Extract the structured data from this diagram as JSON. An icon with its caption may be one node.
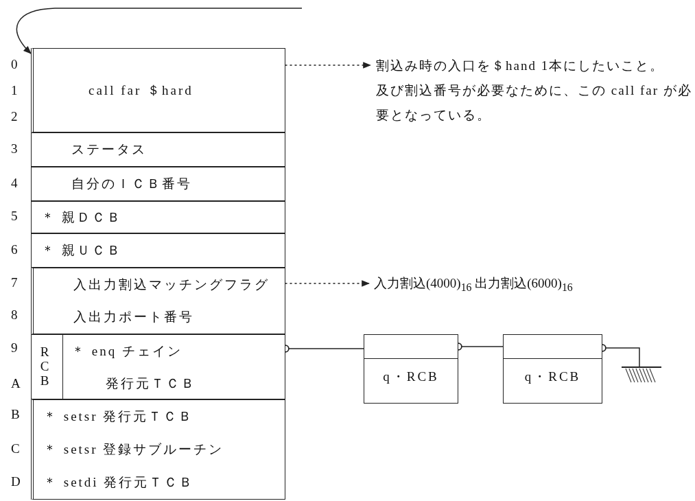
{
  "diagram": {
    "nodes": [
      {
        "text": [
          "call far ＄hard"
        ]
      },
      {
        "text": [
          "ステータス"
        ]
      },
      {
        "text": [
          "自分のＩＣＢ番号"
        ]
      },
      {
        "text": [
          "＊ 親ＤＣＢ"
        ]
      },
      {
        "text": [
          "＊ 親ＵＣＢ"
        ]
      },
      {
        "text": [
          "入出力割込マッチングフラグ",
          "入出力ポート番号"
        ]
      },
      {
        "text": [
          "RCB"
        ]
      },
      {
        "text": [
          "＊ enq チェイン",
          "発行元ＴＣＢ"
        ],
        "in": 6
      },
      {
        "text": [
          "＊ setsr 発行元ＴＣＢ",
          "＊ setsr 登録サブルーチン",
          "＊ setdi 発行元ＴＣＢ"
        ]
      },
      {
        "text": [
          "割込み時の入口を＄hand 1本にしたいこと。",
          "及び割込番号が必要なために、この call far が必要となっている。"
        ]
      },
      {
        "text": [
          "入力割込(4000)$_{16}$ 出力割込(6000)$_{16}$"
        ]
      },
      {
        "text": [
          "q・RCB"
        ]
      },
      {
        "text": [
          "q・RCB"
        ]
      },
      {
        "text": [],
        "shape": "ground"
      }
    ],
    "edges": [
      {
        "from": null,
        "to": 0,
        "arrow": "to"
      },
      {
        "from": 0,
        "to": 9,
        "arrow": "to",
        "style": "dashed"
      },
      {
        "from": 5,
        "to": 10,
        "arrow": "to",
        "style": "dashed"
      },
      {
        "from": 7,
        "to": 11,
        "arrow": "other"
      },
      {
        "from": 11,
        "to": 12,
        "arrow": "other"
      },
      {
        "from": 12,
        "to": 13,
        "arrow": "other"
      }
    ],
    "labels": [
      "0",
      "1",
      "2",
      "3",
      "4",
      "5",
      "6",
      "7",
      "8",
      "9",
      "A",
      "B",
      "C",
      "D"
    ]
  }
}
